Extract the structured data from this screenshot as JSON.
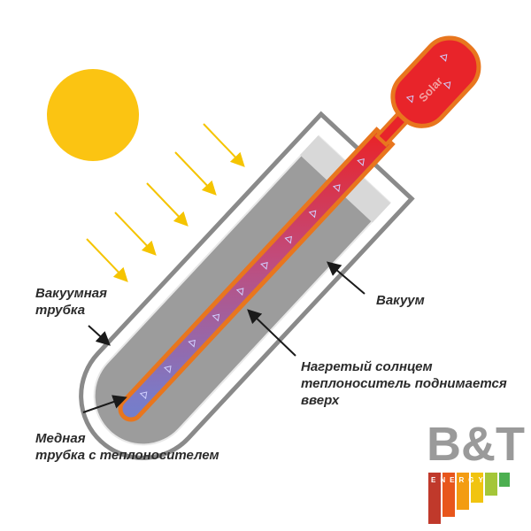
{
  "labels": {
    "vacuum_tube": [
      "Вакуумная",
      "трубка"
    ],
    "vacuum": "Вакуум",
    "heated_fluid": [
      "Нагретый солнцем",
      "теплоноситель поднимается",
      "вверх"
    ],
    "copper_tube": [
      "Медная",
      "трубка с теплоносителем"
    ]
  },
  "logo": {
    "text": "B&T",
    "sub": "ENERGY",
    "bar_colors": [
      "#c0392b",
      "#e8561c",
      "#f39c12",
      "#f1c40f",
      "#a4c639",
      "#4caf50"
    ]
  },
  "colors": {
    "sun": "#fbc412",
    "rays": "#f5c400",
    "tube_outline": "#8a8a8a",
    "copper_outline": "#e8761e",
    "fluid_hot": "#e8242a",
    "fluid_cold": "#2aa6dc",
    "arrow": "#1a1a1a"
  },
  "bulb_text": "Solar"
}
